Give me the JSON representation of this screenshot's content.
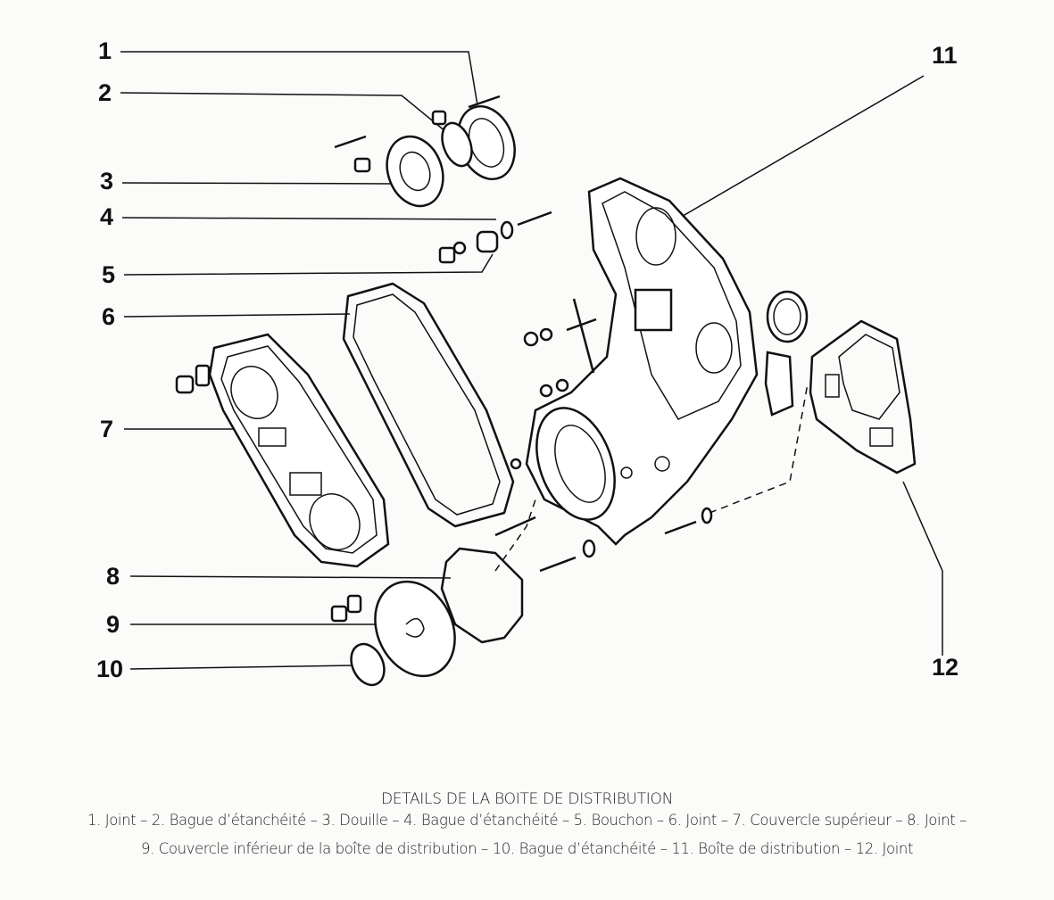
{
  "callouts": [
    "1",
    "2",
    "3",
    "4",
    "5",
    "6",
    "7",
    "8",
    "9",
    "10",
    "11",
    "12"
  ],
  "caption": {
    "title": "DETAILS DE LA BOITE DE DISTRIBUTION",
    "line1": "1. Joint – 2. Bague d’étanchéité – 3. Douille – 4. Bague d’étanchéité – 5. Bouchon – 6. Joint – 7. Couvercle supérieur – 8. Joint –",
    "line2": "9. Couvercle inférieur de la boîte de distribution – 10. Bague d’étanchéité – 11. Boîte de distribution – 12. Joint"
  }
}
